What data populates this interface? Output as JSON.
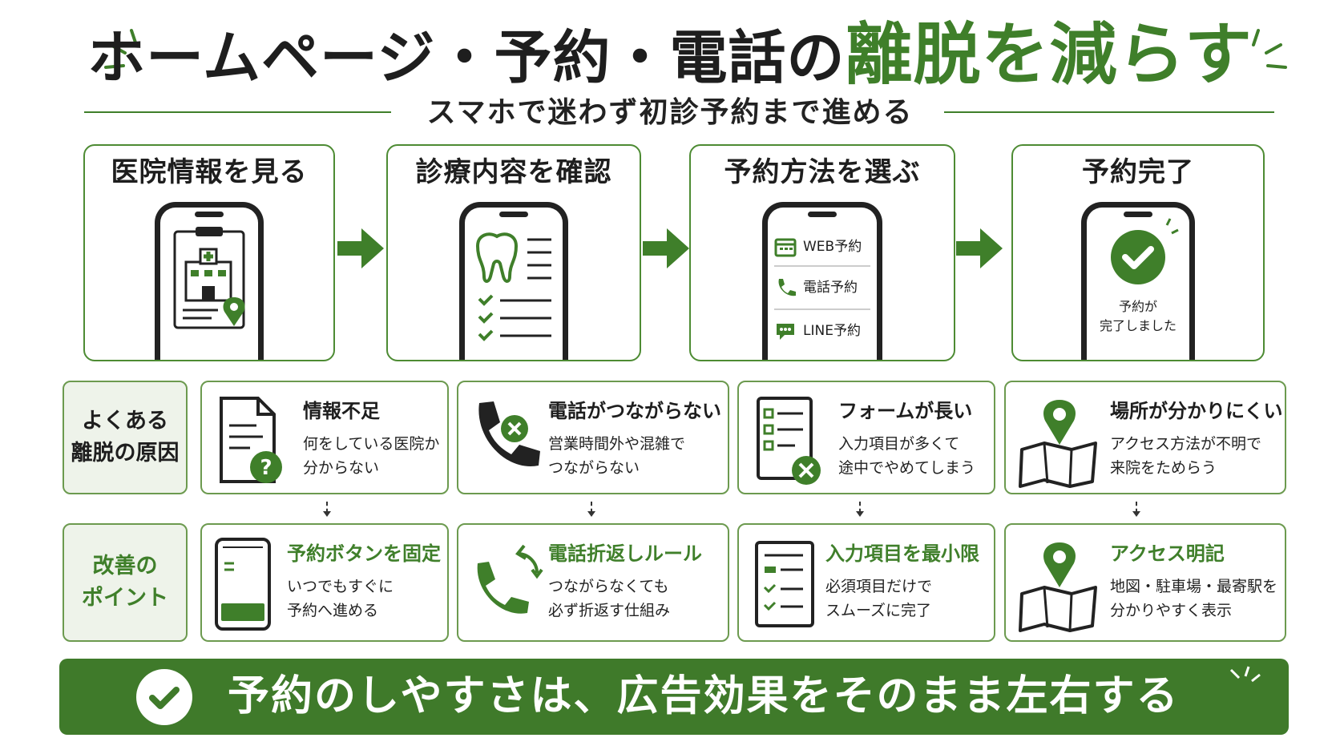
{
  "colors": {
    "accent": "#3f7f2a",
    "banner": "#3f7a2a",
    "label_bg": "#eef3ea"
  },
  "header": {
    "title_main": "ホームページ・予約・電話の",
    "title_highlight": "離脱を減らす",
    "subtitle": "スマホで迷わず初診予約まで進める"
  },
  "steps": [
    {
      "title": "医院情報を見る",
      "icon": "clinic-map-icon"
    },
    {
      "title": "診療内容を確認",
      "icon": "tooth-checklist-icon"
    },
    {
      "title": "予約方法を選ぶ",
      "icon": "booking-options-icon",
      "options": [
        {
          "label": "WEB予約",
          "icon": "calendar-icon"
        },
        {
          "label": "電話予約",
          "icon": "phone-icon"
        },
        {
          "label": "LINE予約",
          "icon": "chat-icon"
        }
      ]
    },
    {
      "title": "予約完了",
      "icon": "check-circle-icon",
      "message_line1": "予約が",
      "message_line2": "完了しました"
    }
  ],
  "causes": {
    "label_line1": "よくある",
    "label_line2": "離脱の原因",
    "items": [
      {
        "title": "情報不足",
        "desc": "何をしている医院か\n分からない",
        "icon": "document-question-icon"
      },
      {
        "title": "電話がつながらない",
        "desc": "営業時間外や混雑で\nつながらない",
        "icon": "phone-x-icon"
      },
      {
        "title": "フォームが長い",
        "desc": "入力項目が多くて\n途中でやめてしまう",
        "icon": "form-x-icon"
      },
      {
        "title": "場所が分かりにくい",
        "desc": "アクセス方法が不明で\n来院をためらう",
        "icon": "map-pin-icon"
      }
    ]
  },
  "improvements": {
    "label_line1": "改善の",
    "label_line2": "ポイント",
    "items": [
      {
        "title": "予約ボタンを固定",
        "desc": "いつでもすぐに\n予約へ進める",
        "icon": "phone-button-icon"
      },
      {
        "title": "電話折返しルール",
        "desc": "つながらなくても\n必ず折返す仕組み",
        "icon": "phone-callback-icon"
      },
      {
        "title": "入力項目を最小限",
        "desc": "必須項目だけで\nスムーズに完了",
        "icon": "short-form-icon"
      },
      {
        "title": "アクセス明記",
        "desc": "地図・駐車場・最寄駅を\n分かりやすく表示",
        "icon": "map-pin-icon"
      }
    ]
  },
  "banner": {
    "text": "予約のしやすさは、広告効果をそのまま左右する",
    "icon": "check-circle-icon"
  }
}
